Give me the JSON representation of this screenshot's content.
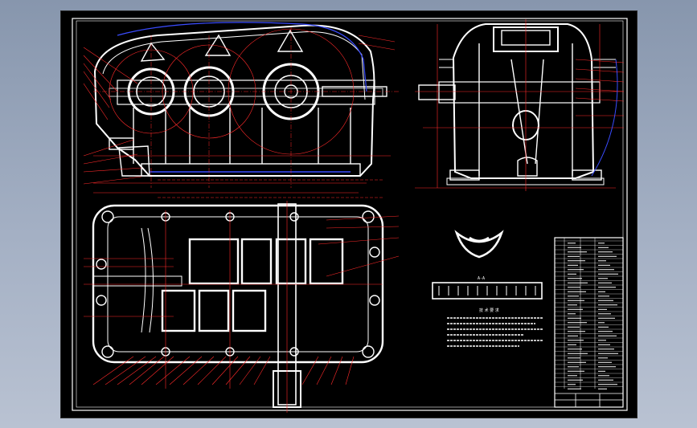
{
  "viewer": {
    "background": "#000000",
    "frame_color": "#ffffff",
    "outline_color": "#ffffff",
    "dimension_color": "#ff2a2a",
    "centerline_color": "#ff2a2a",
    "hidden_color": "#3a4cff"
  },
  "drawing": {
    "view_front": "front-view",
    "view_side": "side-view",
    "view_plan": "plan-view"
  },
  "notes": {
    "heading": "技 术 要 求",
    "section_label": "A-A"
  }
}
